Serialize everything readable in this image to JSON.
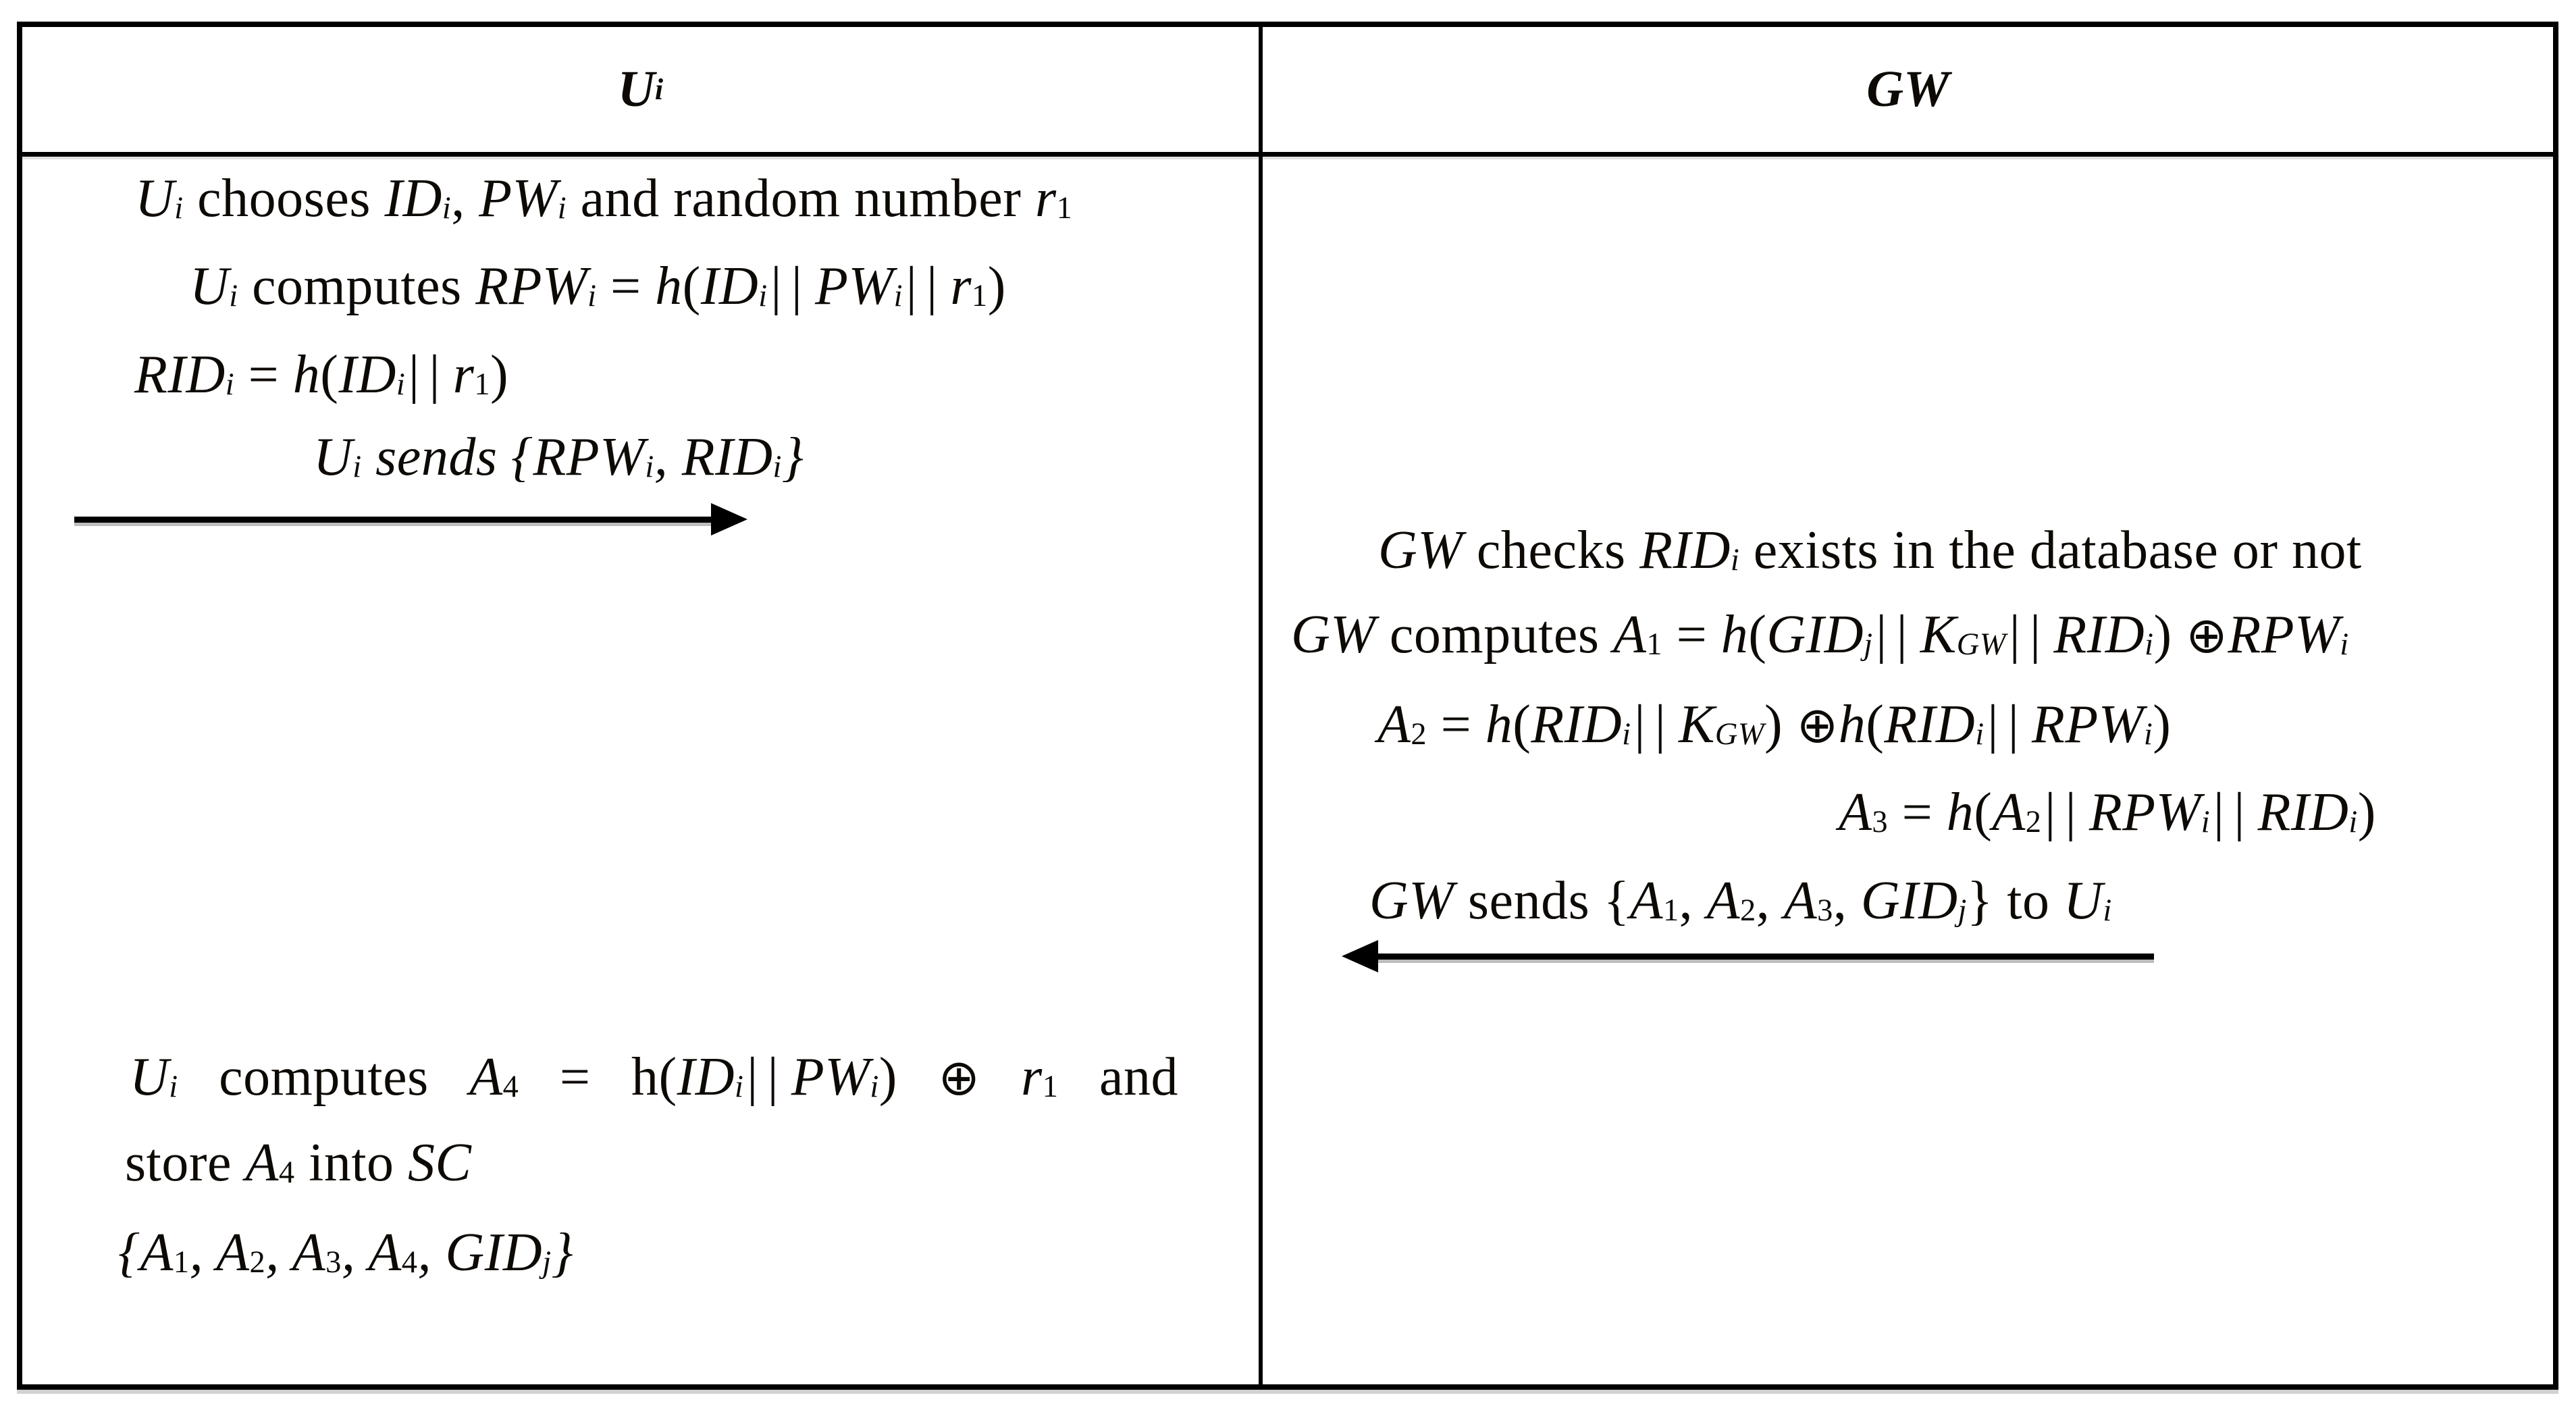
{
  "colors": {
    "border": "#000000",
    "text": "#0d0a06",
    "background": "#ffffff"
  },
  "header": {
    "left": [
      [
        "it",
        "U"
      ],
      [
        "subit",
        "i"
      ]
    ],
    "right": [
      [
        "it",
        "GW"
      ]
    ]
  },
  "ui_column": {
    "chooses": [
      [
        "it",
        "U"
      ],
      [
        "subit",
        "i"
      ],
      [
        "rm",
        " chooses "
      ],
      [
        "it",
        "ID"
      ],
      [
        "subit",
        "i"
      ],
      [
        "rm",
        ", "
      ],
      [
        "it",
        "PW"
      ],
      [
        "subit",
        "i"
      ],
      [
        "rm",
        " and random number "
      ],
      [
        "it",
        "r"
      ],
      [
        "sub",
        "1"
      ]
    ],
    "computes_rpw": [
      [
        "it",
        "U"
      ],
      [
        "subit",
        "i"
      ],
      [
        "rm",
        " computes "
      ],
      [
        "it",
        "RPW"
      ],
      [
        "subit",
        "i"
      ],
      [
        "rm",
        " = "
      ],
      [
        "it",
        "h"
      ],
      [
        "rm",
        "("
      ],
      [
        "it",
        "ID"
      ],
      [
        "subit",
        "i"
      ],
      [
        "bars",
        "||"
      ],
      [
        "it",
        "PW"
      ],
      [
        "subit",
        "i"
      ],
      [
        "bars",
        "||"
      ],
      [
        "it",
        "r"
      ],
      [
        "sub",
        "1"
      ],
      [
        "rm",
        ")"
      ]
    ],
    "computes_rid": [
      [
        "it",
        "RID"
      ],
      [
        "subit",
        "i"
      ],
      [
        "rm",
        " = "
      ],
      [
        "it",
        "h"
      ],
      [
        "rm",
        "("
      ],
      [
        "it",
        "ID"
      ],
      [
        "subit",
        "i"
      ],
      [
        "bars",
        "||"
      ],
      [
        "it",
        "r"
      ],
      [
        "sub",
        "1"
      ],
      [
        "rm",
        ")"
      ]
    ],
    "sends": [
      [
        "it",
        "U"
      ],
      [
        "subit",
        "i"
      ],
      [
        "it",
        " sends {"
      ],
      [
        "it",
        "RPW"
      ],
      [
        "subit",
        "i"
      ],
      [
        "it",
        ", "
      ],
      [
        "it",
        "RID"
      ],
      [
        "subit",
        "i"
      ],
      [
        "it",
        "}"
      ]
    ]
  },
  "gw_column": {
    "checks": [
      [
        "it",
        "GW"
      ],
      [
        "rm",
        " checks "
      ],
      [
        "it",
        "RID"
      ],
      [
        "subit",
        "i"
      ],
      [
        "rm",
        " exists in the database or not"
      ]
    ],
    "computes_a1": [
      [
        "it",
        "GW"
      ],
      [
        "rm",
        " computes "
      ],
      [
        "it",
        "A"
      ],
      [
        "sub",
        "1"
      ],
      [
        "rm",
        " = "
      ],
      [
        "it",
        "h"
      ],
      [
        "rm",
        "("
      ],
      [
        "it",
        "GID"
      ],
      [
        "subit",
        "j"
      ],
      [
        "bars",
        "||"
      ],
      [
        "it",
        "K"
      ],
      [
        "subit",
        "GW"
      ],
      [
        "bars",
        "||"
      ],
      [
        "it",
        "RID"
      ],
      [
        "subit",
        "i"
      ],
      [
        "rm",
        ") "
      ],
      [
        "op",
        "⊕"
      ],
      [
        "it",
        "RPW"
      ],
      [
        "subit",
        "i"
      ]
    ],
    "computes_a2": [
      [
        "it",
        "A"
      ],
      [
        "sub",
        "2"
      ],
      [
        "rm",
        " = "
      ],
      [
        "it",
        "h"
      ],
      [
        "rm",
        "("
      ],
      [
        "it",
        "RID"
      ],
      [
        "subit",
        "i"
      ],
      [
        "bars",
        "||"
      ],
      [
        "it",
        "K"
      ],
      [
        "subit",
        "GW"
      ],
      [
        "rm",
        ") "
      ],
      [
        "op",
        "⊕"
      ],
      [
        "it",
        "h"
      ],
      [
        "rm",
        "("
      ],
      [
        "it",
        "RID"
      ],
      [
        "subit",
        "i"
      ],
      [
        "bars",
        "||"
      ],
      [
        "it",
        "RPW"
      ],
      [
        "subit",
        "i"
      ],
      [
        "rm",
        ")"
      ]
    ],
    "computes_a3": [
      [
        "it",
        "A"
      ],
      [
        "sub",
        "3"
      ],
      [
        "rm",
        " = "
      ],
      [
        "it",
        "h"
      ],
      [
        "rm",
        "("
      ],
      [
        "it",
        "A"
      ],
      [
        "sub",
        "2"
      ],
      [
        "bars",
        "||"
      ],
      [
        "it",
        "RPW"
      ],
      [
        "subit",
        "i"
      ],
      [
        "bars",
        "||"
      ],
      [
        "it",
        "RID"
      ],
      [
        "subit",
        "i"
      ],
      [
        "rm",
        ")"
      ]
    ],
    "sends": [
      [
        "it",
        "GW"
      ],
      [
        "rm",
        " sends {"
      ],
      [
        "it",
        "A"
      ],
      [
        "sub",
        "1"
      ],
      [
        "rm",
        ", "
      ],
      [
        "it",
        "A"
      ],
      [
        "sub",
        "2"
      ],
      [
        "rm",
        ", "
      ],
      [
        "it",
        "A"
      ],
      [
        "sub",
        "3"
      ],
      [
        "rm",
        ", "
      ],
      [
        "it",
        "GID"
      ],
      [
        "subit",
        "j"
      ],
      [
        "rm",
        "} to "
      ],
      [
        "it",
        "U"
      ],
      [
        "subit",
        "i"
      ]
    ]
  },
  "ui_store": {
    "computes_a4": [
      [
        "it",
        "U"
      ],
      [
        "subit",
        "i"
      ],
      [
        "rm",
        " computes "
      ],
      [
        "it",
        "A"
      ],
      [
        "sub",
        "4"
      ],
      [
        "rm",
        " = h("
      ],
      [
        "it",
        "ID"
      ],
      [
        "subit",
        "i"
      ],
      [
        "bars",
        "||"
      ],
      [
        "it",
        "PW"
      ],
      [
        "subit",
        "i"
      ],
      [
        "rm",
        ") "
      ],
      [
        "op",
        "⊕"
      ],
      [
        "rm",
        " "
      ],
      [
        "it",
        "r"
      ],
      [
        "sub",
        "1"
      ],
      [
        "rm",
        " and"
      ]
    ],
    "store_a4": [
      [
        "rm",
        "store "
      ],
      [
        "it",
        "A"
      ],
      [
        "sub",
        "4"
      ],
      [
        "rm",
        " into "
      ],
      [
        "it",
        "SC"
      ]
    ],
    "smartcard": [
      [
        "it",
        "{"
      ],
      [
        "it",
        "A"
      ],
      [
        "sub",
        "1"
      ],
      [
        "it",
        ", "
      ],
      [
        "it",
        "A"
      ],
      [
        "sub",
        "2"
      ],
      [
        "it",
        ", "
      ],
      [
        "it",
        "A"
      ],
      [
        "sub",
        "3"
      ],
      [
        "it",
        ", "
      ],
      [
        "it",
        "A"
      ],
      [
        "sub",
        "4"
      ],
      [
        "it",
        ", "
      ],
      [
        "it",
        "GID"
      ],
      [
        "subit",
        "j"
      ],
      [
        "it",
        "}"
      ]
    ]
  },
  "arrows": {
    "ui_to_gw": {
      "direction": "right"
    },
    "gw_to_ui": {
      "direction": "left"
    }
  }
}
